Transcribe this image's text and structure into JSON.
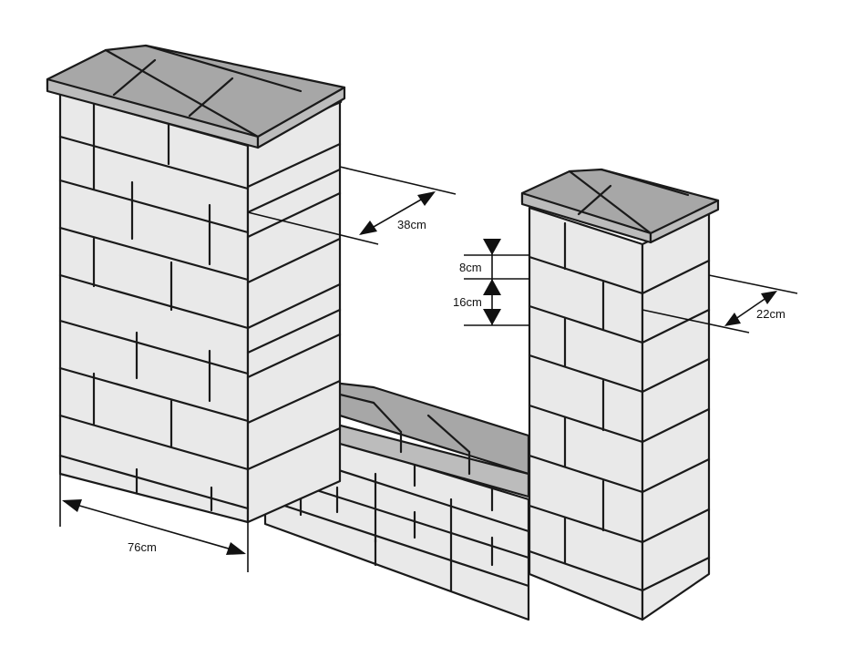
{
  "dimensions": {
    "pillar_width": "76cm",
    "pillar_depth_large": "38cm",
    "pillar_depth_small": "22cm",
    "cap_height": "8cm",
    "block_height": "16cm"
  }
}
